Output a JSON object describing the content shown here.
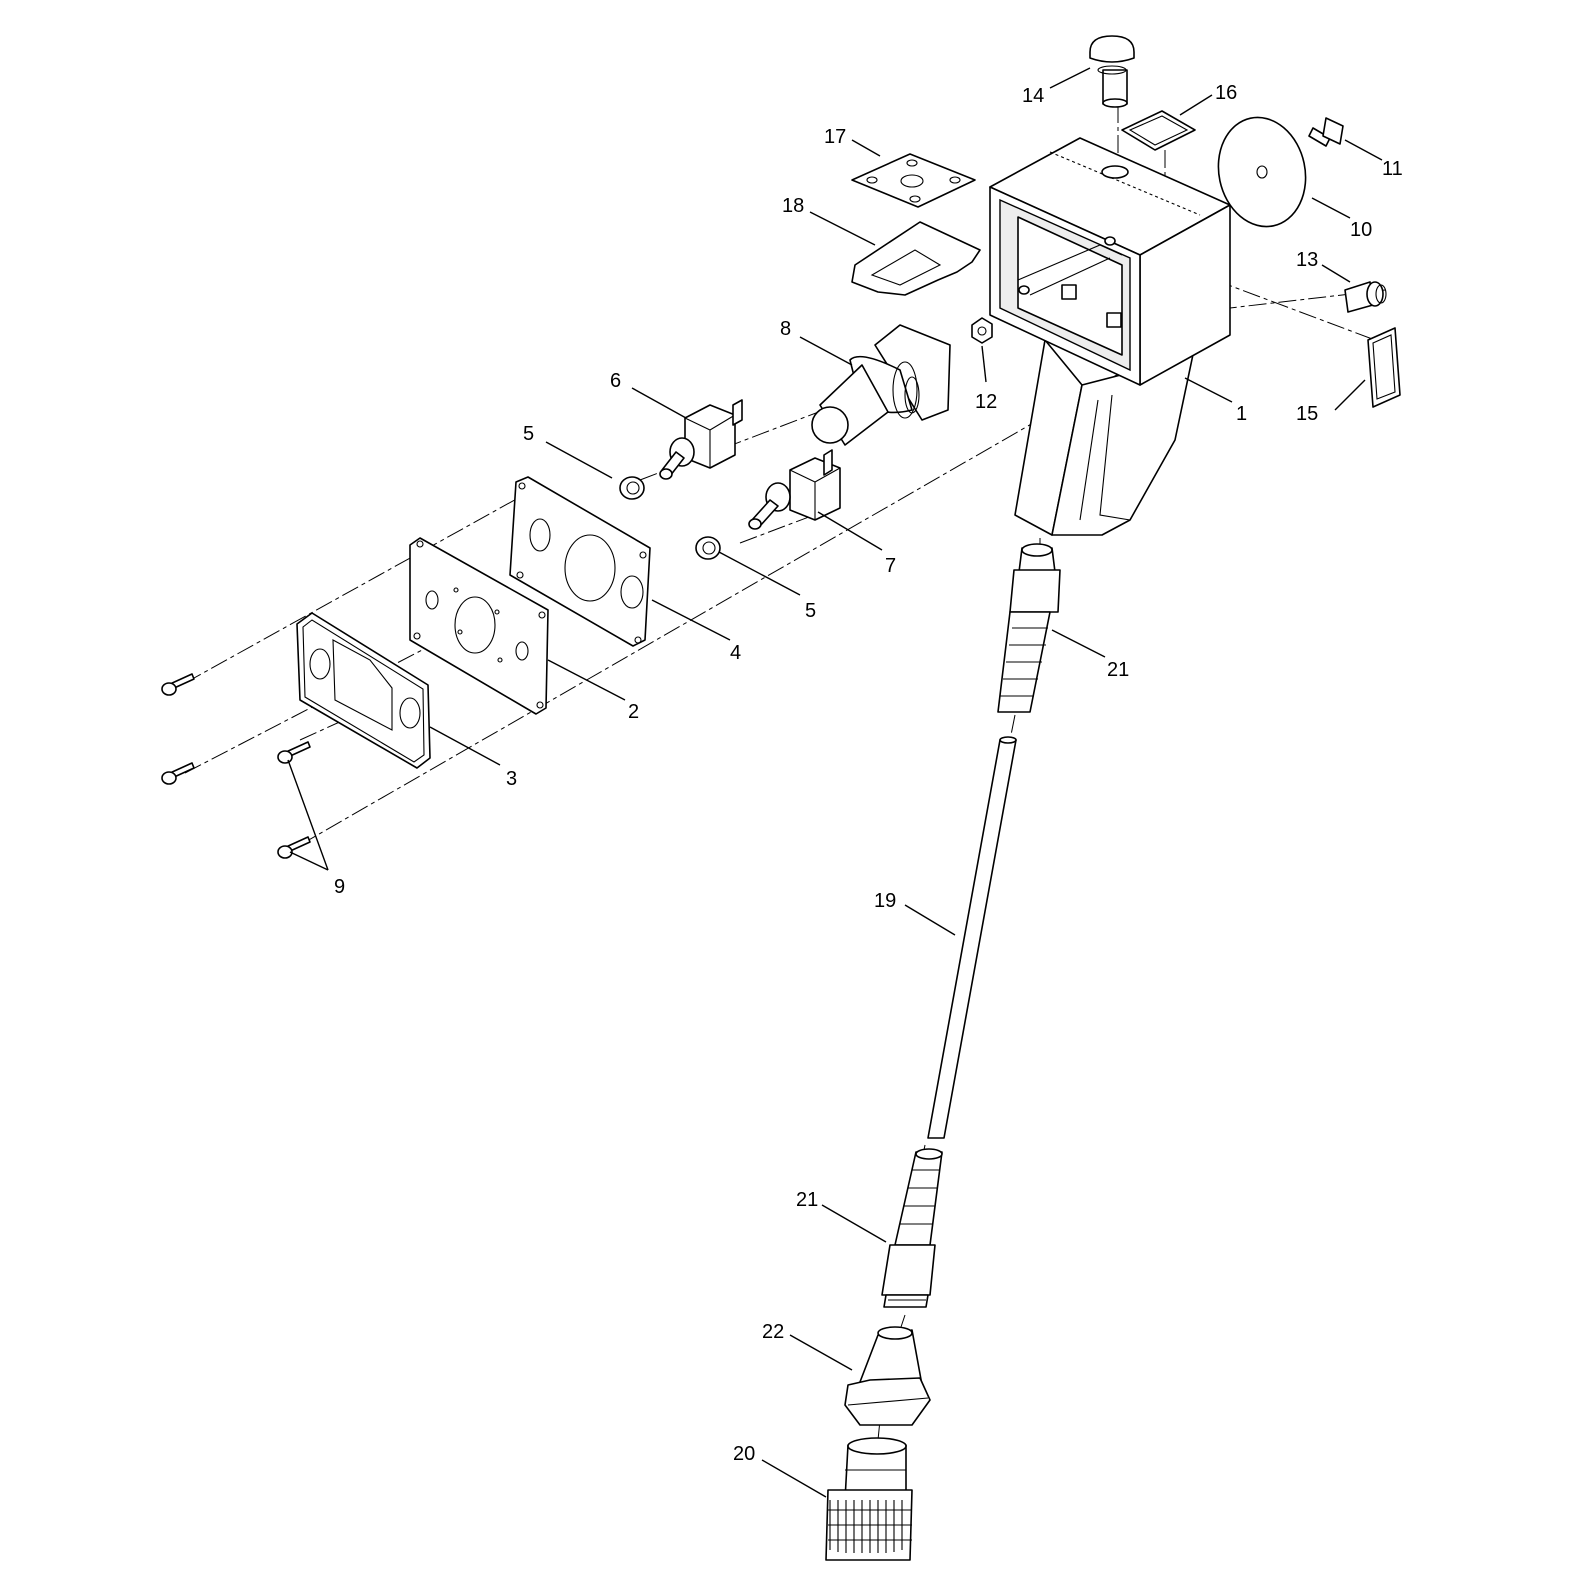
{
  "diagram": {
    "callouts": [
      {
        "id": "c1",
        "label": "1"
      },
      {
        "id": "c2",
        "label": "2"
      },
      {
        "id": "c3",
        "label": "3"
      },
      {
        "id": "c4",
        "label": "4"
      },
      {
        "id": "c5a",
        "label": "5"
      },
      {
        "id": "c5b",
        "label": "5"
      },
      {
        "id": "c6",
        "label": "6"
      },
      {
        "id": "c7",
        "label": "7"
      },
      {
        "id": "c8",
        "label": "8"
      },
      {
        "id": "c9",
        "label": "9"
      },
      {
        "id": "c10",
        "label": "10"
      },
      {
        "id": "c11",
        "label": "11"
      },
      {
        "id": "c12",
        "label": "12"
      },
      {
        "id": "c13",
        "label": "13"
      },
      {
        "id": "c14",
        "label": "14"
      },
      {
        "id": "c15",
        "label": "15"
      },
      {
        "id": "c16",
        "label": "16"
      },
      {
        "id": "c17",
        "label": "17"
      },
      {
        "id": "c18",
        "label": "18"
      },
      {
        "id": "c19",
        "label": "19"
      },
      {
        "id": "c20",
        "label": "20"
      },
      {
        "id": "c21a",
        "label": "21"
      },
      {
        "id": "c21b",
        "label": "21"
      },
      {
        "id": "c22",
        "label": "22"
      }
    ]
  }
}
